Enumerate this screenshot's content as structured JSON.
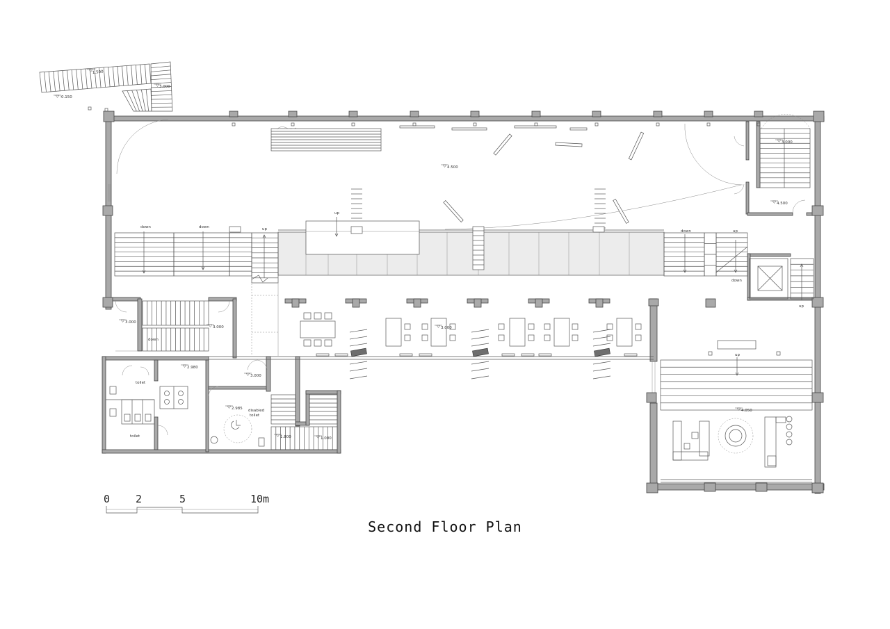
{
  "title": "Second Floor Plan",
  "scale_bar": {
    "t0": "0",
    "t2": "2",
    "t5": "5",
    "t10": "10m"
  },
  "rooms": {
    "toilet_upper": "toilet",
    "toilet_lower": "toilet",
    "disabled_line1": "disabled",
    "disabled_line2": "toilet"
  },
  "stairs": {
    "down_left_1": "down",
    "down_left_2": "down",
    "up_left": "up",
    "up_atrium": "up",
    "down_right": "down",
    "up_right": "up",
    "down_right_lower": "down",
    "up_lift_stair": "up",
    "up_hall": "up",
    "down_west_stair": "down"
  },
  "levels": {
    "ext_ground": "-0.150",
    "ext_landing": "1.500",
    "ext_top": "3.000",
    "hall": "4.500",
    "ne_stair_top": "3.000",
    "ne_stair_landing": "4.500",
    "west_stair_a": "3.000",
    "west_stair_b": "3.000",
    "lounge": "3.000",
    "wc_corridor": "2.980",
    "wc_lobby": "3.000",
    "disabled_wc": "2.985",
    "south_stair_a": "1.800",
    "south_stair_b": "1.000",
    "east_hall": "4.050"
  },
  "colors": {
    "wall": "#a9a9a9",
    "line": "#555555",
    "atrium": "#ececec",
    "background": "#ffffff"
  }
}
